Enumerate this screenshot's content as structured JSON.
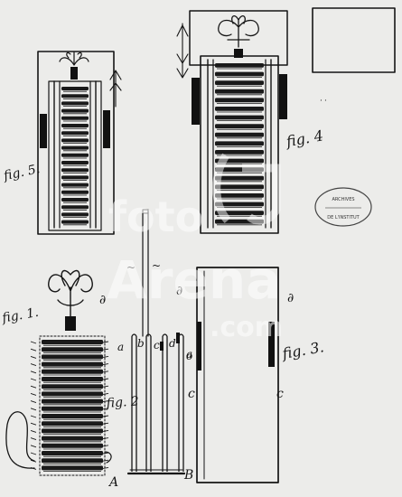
{
  "figure_labels": {
    "fig1": "fig. 1.",
    "fig2": "fig. 2",
    "fig3": "fig. 3.",
    "fig4": "fig. 4",
    "fig5": "fig. 5."
  },
  "letters": {
    "A": "A",
    "B": "B",
    "a_list": [
      "a",
      "b",
      "c",
      "d",
      "a"
    ]
  },
  "stamp": {
    "line1": "ARCHIVES",
    "line2": "DE L'INSTITUT"
  },
  "watermark": {
    "line1": "foto",
    "line2": "Arena",
    "line3": ".com"
  }
}
